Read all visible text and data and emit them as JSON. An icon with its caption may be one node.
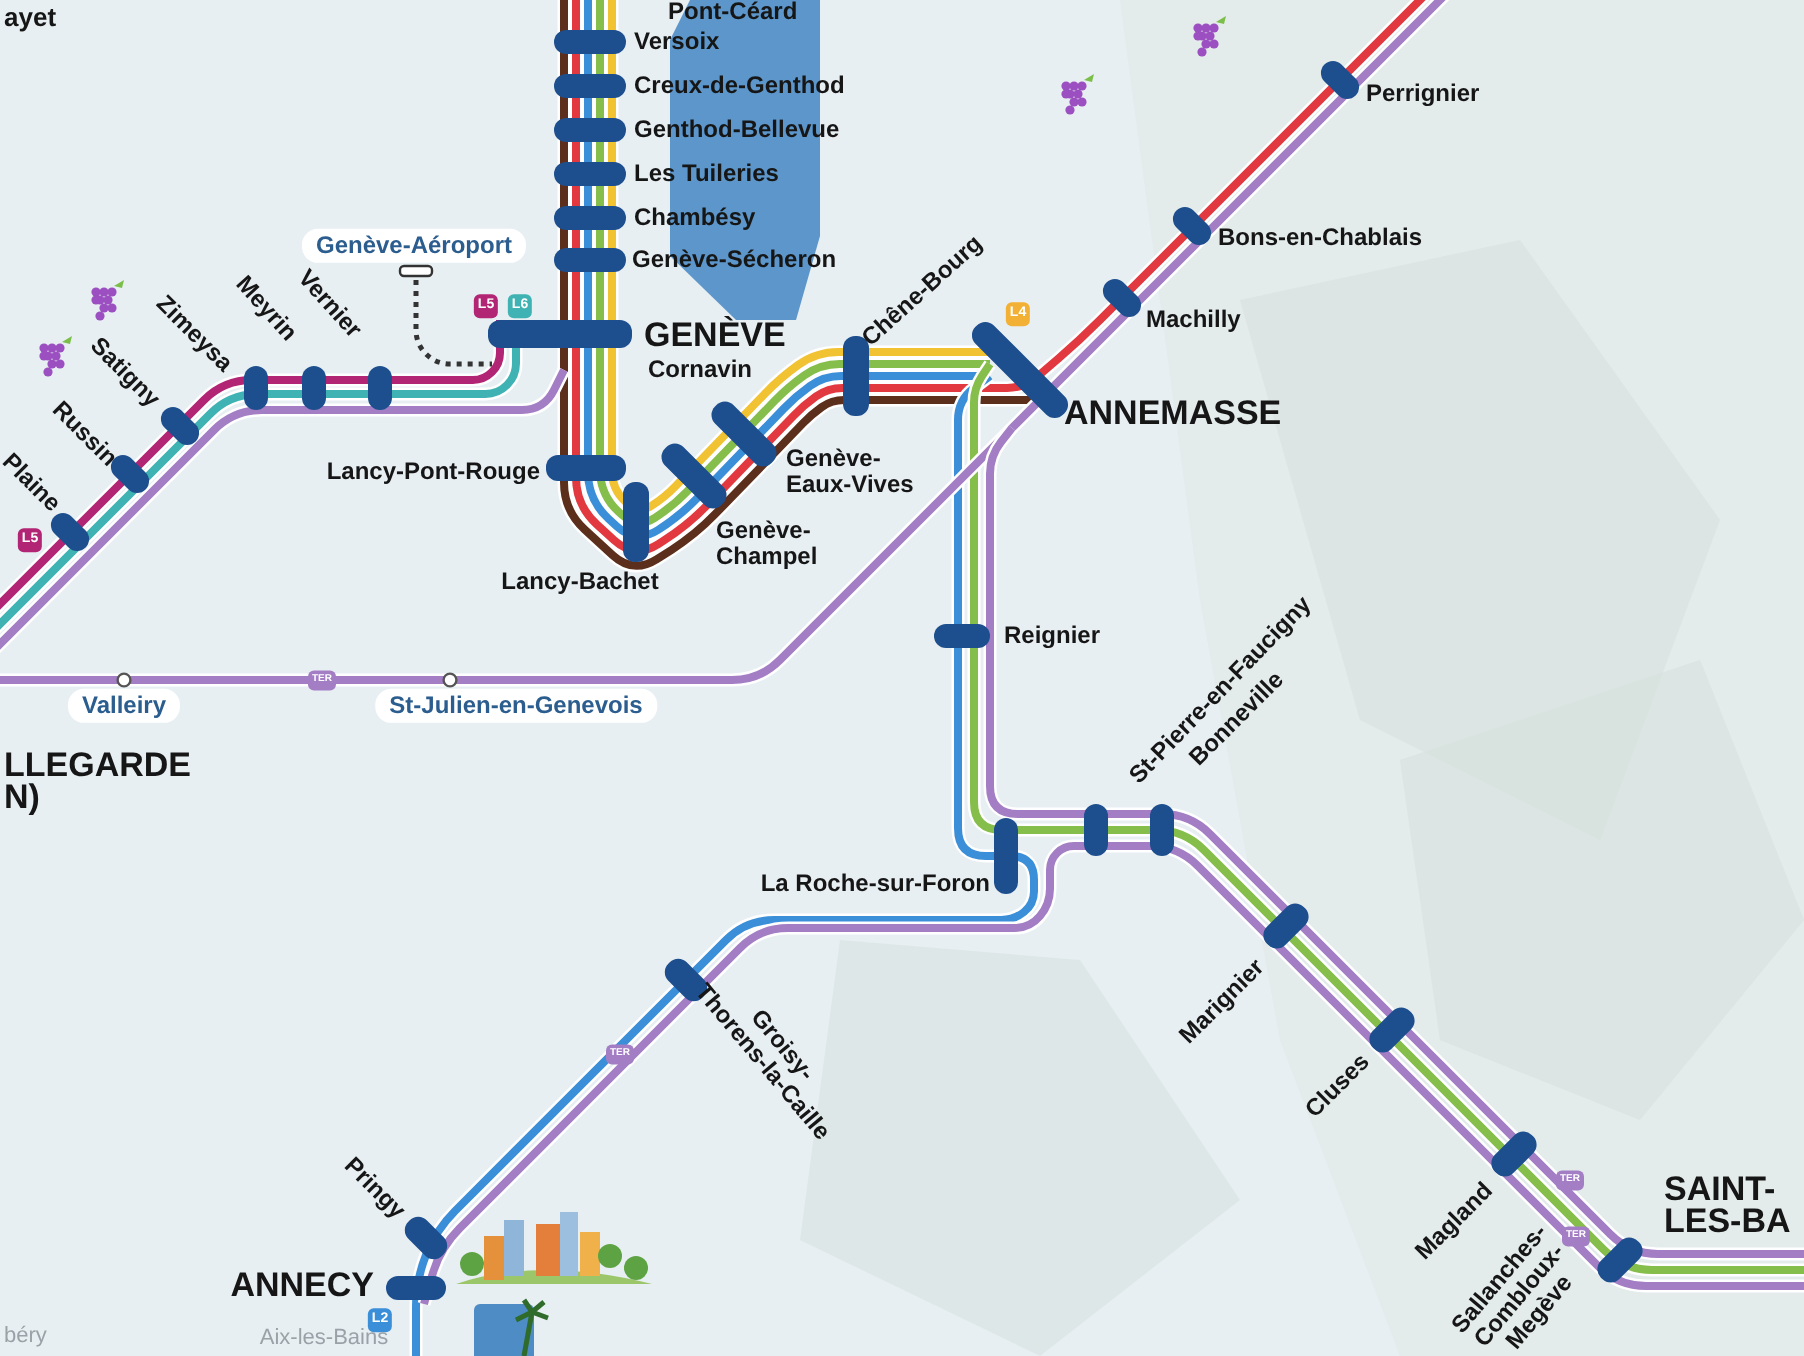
{
  "diagram": {
    "labels": [
      "ayet",
      "Pont-Céard",
      "Versoix",
      "Creux-de-Genthod",
      "Genthod-Bellevue",
      "Les Tuileries",
      "Chambésy",
      "Genève-Sécheron",
      "Genève-Aéroport",
      "L5",
      "L6",
      "GENÈVE",
      "Cornavin",
      "Chêne-Bourg",
      "L4",
      "Vernier",
      "Meyrin",
      "Zimeysa",
      "Satigny",
      "Russin",
      "Plaine",
      "L5",
      "Perrignier",
      "Bons-en-Chablais",
      "Machilly",
      "ANNEMASSE",
      "Lancy-Pont-Rouge",
      "Genève- Eaux-Vives",
      "Genève- Champel",
      "Lancy-Bachet",
      "Reignier",
      "TER",
      "Valleiry",
      "St-Julien-en-Genevois",
      "LLEGARDE N)",
      "St-Pierre-en-Faucigny",
      "Bonneville",
      "La Roche-sur-Foron",
      "Groisy- Thorens-la-Caille",
      "TER",
      "Marignier",
      "Cluses",
      "Pringy",
      "TER",
      "Magland",
      "TER",
      "SAINT- LES-BA",
      "ANNECY",
      "L2",
      "Sallanches- Combloux- Megève",
      "béry",
      "Aix-les-Bains"
    ]
  }
}
